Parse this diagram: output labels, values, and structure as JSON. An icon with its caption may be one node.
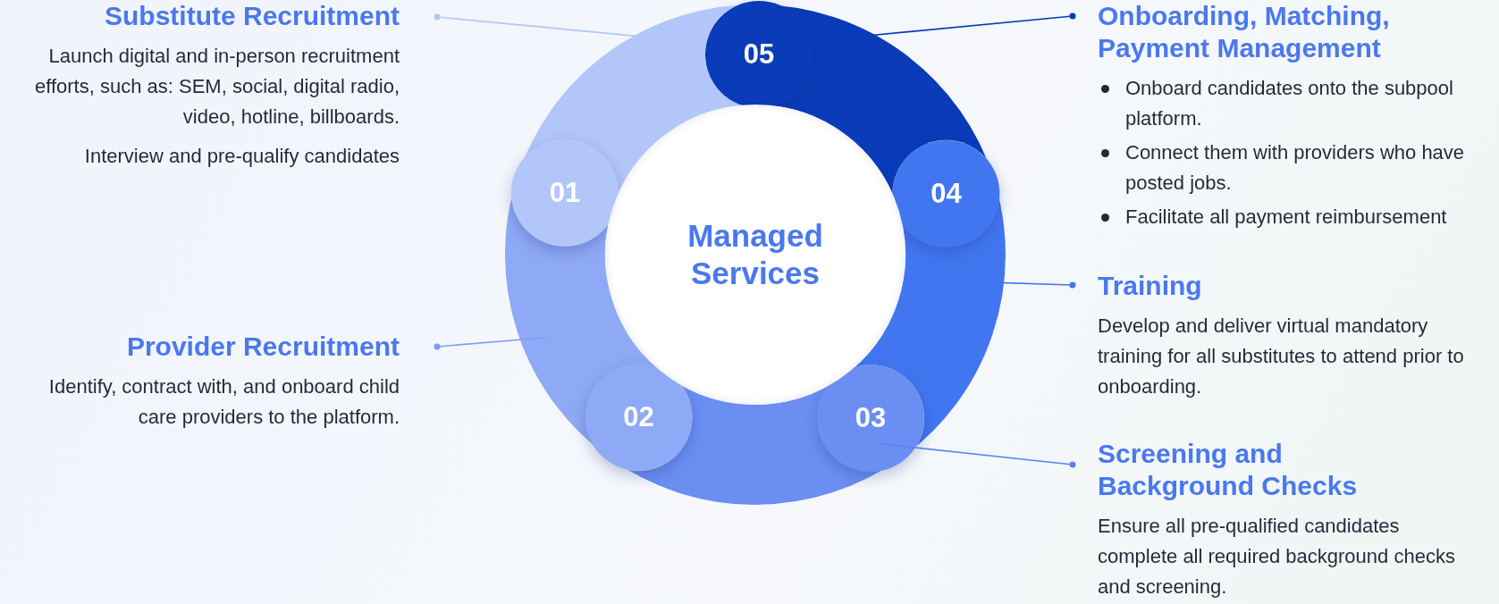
{
  "diagram": {
    "nodes": [
      {
        "text": [
          "Managed Services"
        ]
      },
      {
        "text": [
          "01"
        ]
      },
      {
        "text": [
          "02"
        ]
      },
      {
        "text": [
          "03"
        ]
      },
      {
        "text": [
          "04"
        ]
      },
      {
        "text": [
          "05"
        ]
      },
      {
        "text": [
          "Substitute Recruitment",
          "Launch digital and in-person recruitment efforts, such as: SEM, social, digital radio, video, hotline, billboards.",
          "Interview and pre-qualify candidates"
        ]
      },
      {
        "text": [
          "Provider Recruitment",
          "Identify, contract with, and onboard child care providers to the platform."
        ]
      },
      {
        "text": [
          "Onboarding, Matching, Payment Management",
          "Onboard candidates onto the subpool platform.",
          "Connect them with providers who have posted jobs.",
          "Facilitate all payment reimbursement"
        ]
      },
      {
        "text": [
          "Training",
          "Develop and deliver virtual mandatory training for all substitutes to attend prior to onboarding."
        ]
      },
      {
        "text": [
          "Screening and Background Checks",
          "Ensure all pre-qualified candidates complete all required background checks and screening."
        ]
      }
    ],
    "edges": [
      {
        "from": 6,
        "to": 1,
        "arrow": "other",
        "color": "#b3c6f9"
      },
      {
        "from": 7,
        "to": 2,
        "arrow": "other",
        "color": "#7f9ef4"
      },
      {
        "from": 8,
        "to": 5,
        "arrow": "other",
        "color": "#0a3bb8"
      },
      {
        "from": 9,
        "to": 4,
        "arrow": "other",
        "color": "#4276f0"
      },
      {
        "from": 10,
        "to": 3,
        "arrow": "other",
        "color": "#5d84f1"
      }
    ]
  }
}
